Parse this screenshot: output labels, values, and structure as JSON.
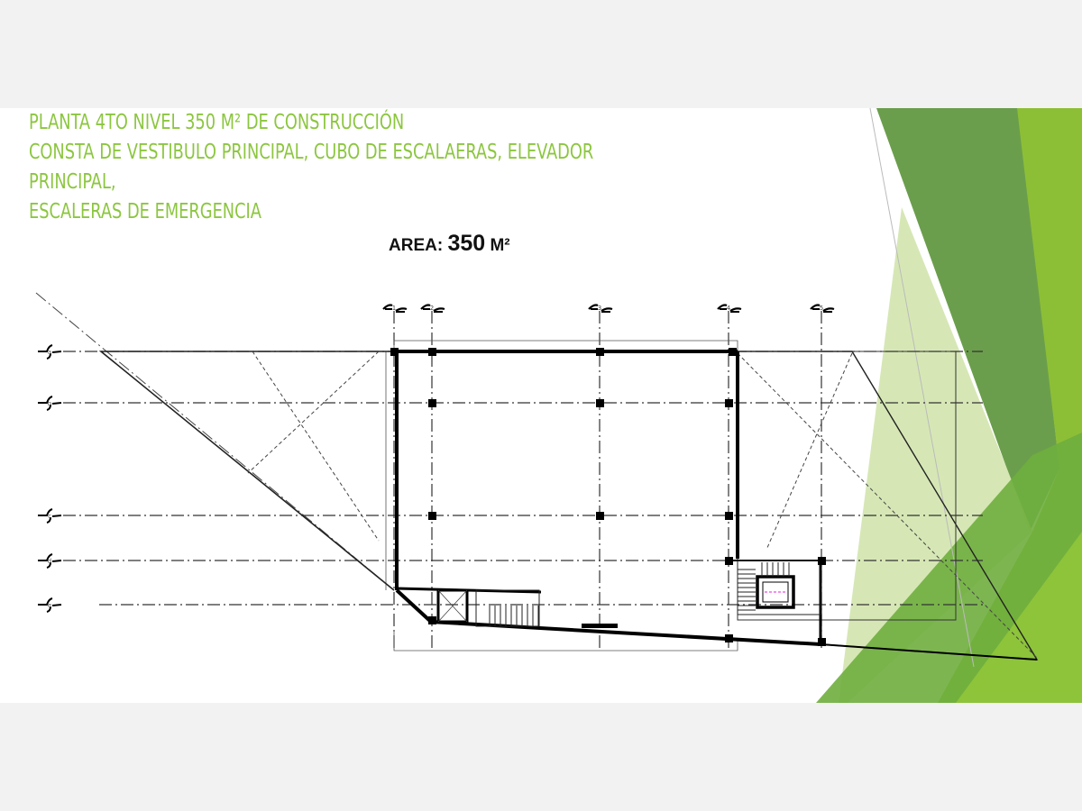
{
  "slide": {
    "title_lines": [
      "PLANTA 4TO NIVEL 350 M² DE CONSTRUCCIÓN",
      "CONSTA DE VESTIBULO PRINCIPAL, CUBO DE ESCALAERAS, ELEVADOR",
      "PRINCIPAL,",
      "ESCALERAS DE EMERGENCIA"
    ],
    "area_label": "AREA:",
    "area_value": "350",
    "area_unit": "M²"
  },
  "plan": {
    "grid_columns": [
      "1",
      "2",
      "3",
      "4",
      "5"
    ],
    "grid_rows": [
      "a",
      "b",
      "c",
      "d",
      "e"
    ]
  },
  "colors": {
    "title": "#8cc63f",
    "deco_dark": "#6b9e4c",
    "deco_light": "#8dbf36",
    "deco_pale": "#d4e6b5",
    "deco_mid": "#6fae3e"
  }
}
